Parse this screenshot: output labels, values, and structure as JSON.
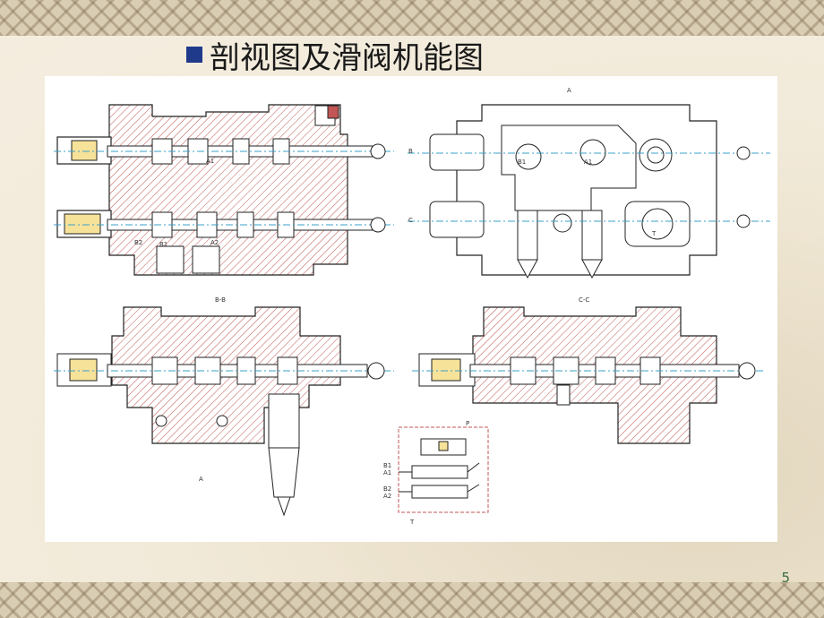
{
  "slide": {
    "title": "剖视图及滑阀机能图",
    "page_number": "5"
  },
  "drawing": {
    "front_labels": {
      "b1": "B1",
      "a1": "A1",
      "b2": "B2",
      "a2": "A2"
    },
    "side_view": {
      "view_letter": "A",
      "section_b": "B",
      "section_c": "C",
      "port_b1": "B1",
      "port_a1": "A1",
      "port_t": "T"
    },
    "section_bb": {
      "title": "B-B",
      "view_mark": "A"
    },
    "section_cc": {
      "title": "C-C"
    },
    "schematic": {
      "port_p": "P",
      "port_t": "T",
      "b1": "B1",
      "a1": "A1",
      "b2": "B2",
      "a2": "A2"
    }
  },
  "colors": {
    "hatch": "#c25555",
    "outline": "#222222",
    "centerline": "#3aa0c8",
    "title_bullet": "#1f3a8a",
    "page_number": "#3a6b3a"
  }
}
